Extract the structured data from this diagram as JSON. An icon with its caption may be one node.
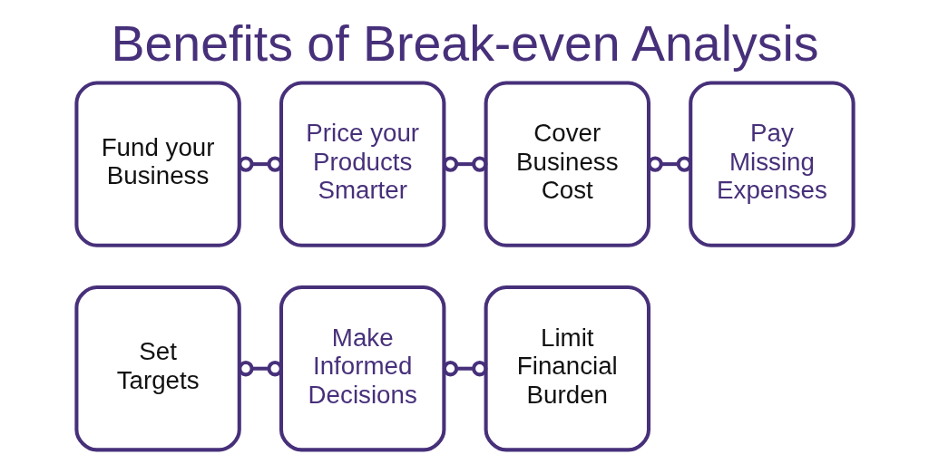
{
  "diagram": {
    "title": "Benefits of Break-even Analysis",
    "nodes": [
      {
        "text": [
          "Fund your Business"
        ]
      },
      {
        "text": [
          "Price your Products Smarter"
        ]
      },
      {
        "text": [
          "Cover Business Cost"
        ]
      },
      {
        "text": [
          "Pay Missing Expenses"
        ]
      },
      {
        "text": [
          "Set Targets"
        ]
      },
      {
        "text": [
          "Make Informed Decisions"
        ]
      },
      {
        "text": [
          "Limit Financial Burden"
        ]
      }
    ],
    "edges": [
      {
        "from": 0,
        "to": 1,
        "arrow": "other"
      },
      {
        "from": 1,
        "to": 2,
        "arrow": "other"
      },
      {
        "from": 2,
        "to": 3,
        "arrow": "other"
      },
      {
        "from": 4,
        "to": 5,
        "arrow": "other"
      },
      {
        "from": 5,
        "to": 6,
        "arrow": "other"
      }
    ]
  }
}
